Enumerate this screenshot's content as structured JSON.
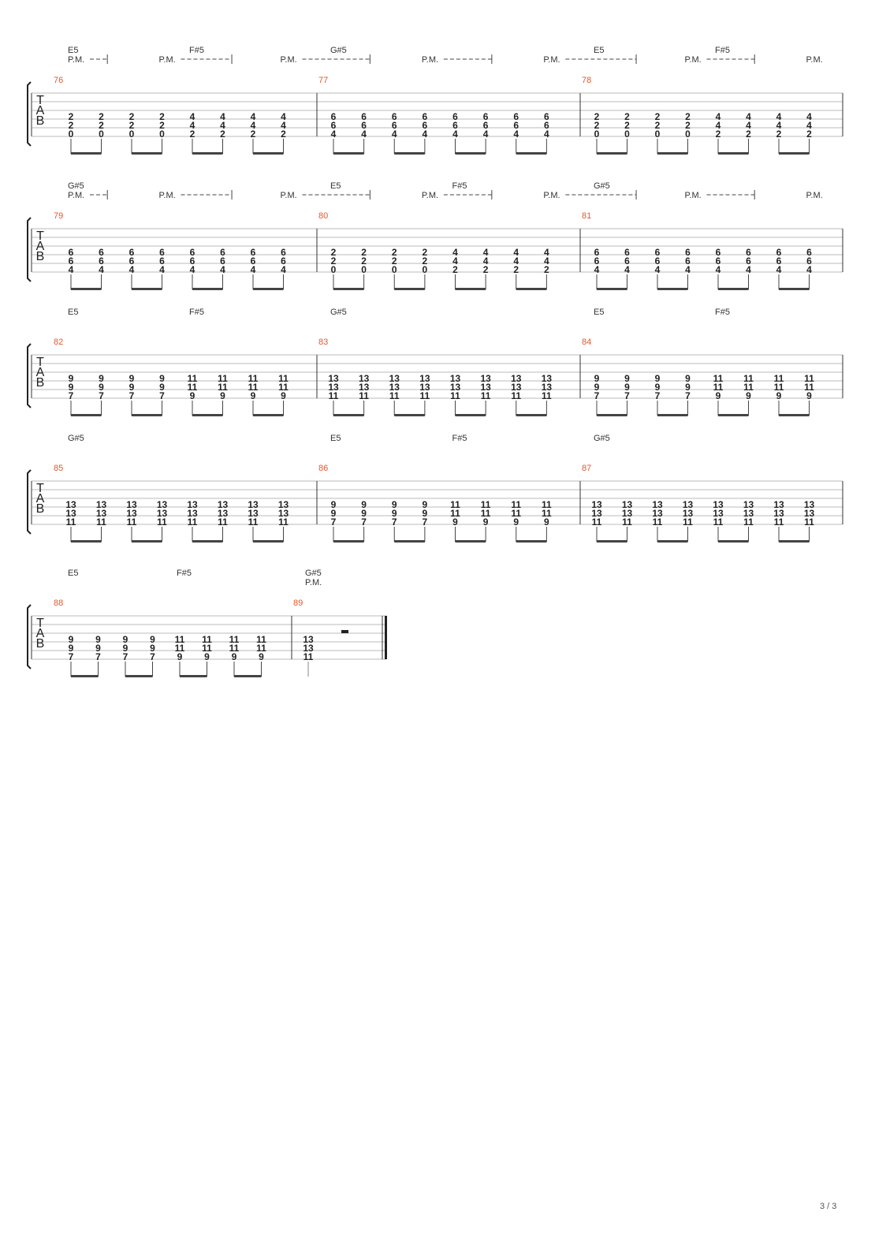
{
  "page_number": "3 / 3",
  "tab_clef": [
    "T",
    "A",
    "B"
  ],
  "chords": {
    "E5": [
      "2",
      "2",
      "0"
    ],
    "F#5": [
      "4",
      "4",
      "2"
    ],
    "G#5": [
      "6",
      "6",
      "4"
    ],
    "E5_high": [
      "9",
      "9",
      "7"
    ],
    "F#5_high": [
      "11",
      "11",
      "9"
    ],
    "G#5_high": [
      "13",
      "13",
      "11"
    ]
  },
  "systems": [
    {
      "measures": [
        {
          "number": "76",
          "chord_labels": [
            {
              "text": "E5",
              "beat": 0
            },
            {
              "text": "F#5",
              "beat": 4
            }
          ],
          "chords": [
            "E5",
            "E5",
            "E5",
            "E5",
            "F#5",
            "F#5",
            "F#5",
            "F#5"
          ]
        },
        {
          "number": "77",
          "chord_labels": [
            {
              "text": "G#5",
              "beat": 0
            }
          ],
          "chords": [
            "G#5",
            "G#5",
            "G#5",
            "G#5",
            "G#5",
            "G#5",
            "G#5",
            "G#5"
          ]
        },
        {
          "number": "78",
          "chord_labels": [
            {
              "text": "E5",
              "beat": 0
            },
            {
              "text": "F#5",
              "beat": 4
            }
          ],
          "chords": [
            "E5",
            "E5",
            "E5",
            "E5",
            "F#5",
            "F#5",
            "F#5",
            "F#5"
          ]
        }
      ],
      "pm_marks": [
        {
          "text": "P.M.",
          "measure": 0,
          "beat": 0,
          "dash_to_beat": 1.2
        },
        {
          "text": "P.M.",
          "measure": 0,
          "beat": 3,
          "dash_to_beat": 5.3
        },
        {
          "text": "P.M.",
          "measure": 0,
          "beat": 7,
          "dash_to_measure": 1,
          "dash_to_beat": 1.2
        },
        {
          "text": "P.M.",
          "measure": 1,
          "beat": 3,
          "dash_to_beat": 5.2
        },
        {
          "text": "P.M.",
          "measure": 1,
          "beat": 7,
          "dash_to_measure": 2,
          "dash_to_beat": 1.3
        },
        {
          "text": "P.M.",
          "measure": 2,
          "beat": 3,
          "dash_to_beat": 5.2
        },
        {
          "text": "P.M.",
          "measure": 2,
          "beat": 7
        }
      ]
    },
    {
      "measures": [
        {
          "number": "79",
          "chord_labels": [
            {
              "text": "G#5",
              "beat": 0
            }
          ],
          "chords": [
            "G#5",
            "G#5",
            "G#5",
            "G#5",
            "G#5",
            "G#5",
            "G#5",
            "G#5"
          ]
        },
        {
          "number": "80",
          "chord_labels": [
            {
              "text": "E5",
              "beat": 0
            },
            {
              "text": "F#5",
              "beat": 4
            }
          ],
          "chords": [
            "E5",
            "E5",
            "E5",
            "E5",
            "F#5",
            "F#5",
            "F#5",
            "F#5"
          ]
        },
        {
          "number": "81",
          "chord_labels": [
            {
              "text": "G#5",
              "beat": 0
            }
          ],
          "chords": [
            "G#5",
            "G#5",
            "G#5",
            "G#5",
            "G#5",
            "G#5",
            "G#5",
            "G#5"
          ]
        }
      ],
      "pm_marks": [
        {
          "text": "P.M.",
          "measure": 0,
          "beat": 0,
          "dash_to_beat": 1.2
        },
        {
          "text": "P.M.",
          "measure": 0,
          "beat": 3,
          "dash_to_beat": 5.3
        },
        {
          "text": "P.M.",
          "measure": 0,
          "beat": 7,
          "dash_to_measure": 1,
          "dash_to_beat": 1.2
        },
        {
          "text": "P.M.",
          "measure": 1,
          "beat": 3,
          "dash_to_beat": 5.2
        },
        {
          "text": "P.M.",
          "measure": 1,
          "beat": 7,
          "dash_to_measure": 2,
          "dash_to_beat": 1.3
        },
        {
          "text": "P.M.",
          "measure": 2,
          "beat": 3,
          "dash_to_beat": 5.2
        },
        {
          "text": "P.M.",
          "measure": 2,
          "beat": 7
        }
      ]
    },
    {
      "measures": [
        {
          "number": "82",
          "chord_labels": [
            {
              "text": "E5",
              "beat": 0
            },
            {
              "text": "F#5",
              "beat": 4
            }
          ],
          "chords": [
            "E5_high",
            "E5_high",
            "E5_high",
            "E5_high",
            "F#5_high",
            "F#5_high",
            "F#5_high",
            "F#5_high"
          ]
        },
        {
          "number": "83",
          "chord_labels": [
            {
              "text": "G#5",
              "beat": 0
            }
          ],
          "chords": [
            "G#5_high",
            "G#5_high",
            "G#5_high",
            "G#5_high",
            "G#5_high",
            "G#5_high",
            "G#5_high",
            "G#5_high"
          ]
        },
        {
          "number": "84",
          "chord_labels": [
            {
              "text": "E5",
              "beat": 0
            },
            {
              "text": "F#5",
              "beat": 4
            }
          ],
          "chords": [
            "E5_high",
            "E5_high",
            "E5_high",
            "E5_high",
            "F#5_high",
            "F#5_high",
            "F#5_high",
            "F#5_high"
          ]
        }
      ],
      "pm_marks": []
    },
    {
      "measures": [
        {
          "number": "85",
          "chord_labels": [
            {
              "text": "G#5",
              "beat": 0
            }
          ],
          "chords": [
            "G#5_high",
            "G#5_high",
            "G#5_high",
            "G#5_high",
            "G#5_high",
            "G#5_high",
            "G#5_high",
            "G#5_high"
          ]
        },
        {
          "number": "86",
          "chord_labels": [
            {
              "text": "E5",
              "beat": 0
            },
            {
              "text": "F#5",
              "beat": 4
            }
          ],
          "chords": [
            "E5_high",
            "E5_high",
            "E5_high",
            "E5_high",
            "F#5_high",
            "F#5_high",
            "F#5_high",
            "F#5_high"
          ]
        },
        {
          "number": "87",
          "chord_labels": [
            {
              "text": "G#5",
              "beat": 0
            }
          ],
          "chords": [
            "G#5_high",
            "G#5_high",
            "G#5_high",
            "G#5_high",
            "G#5_high",
            "G#5_high",
            "G#5_high",
            "G#5_high"
          ]
        }
      ],
      "pm_marks": []
    },
    {
      "measures": [
        {
          "number": "88",
          "chord_labels": [
            {
              "text": "E5",
              "beat": 0
            },
            {
              "text": "F#5",
              "beat": 4
            }
          ],
          "chords": [
            "E5_high",
            "E5_high",
            "E5_high",
            "E5_high",
            "F#5_high",
            "F#5_high",
            "F#5_high",
            "F#5_high"
          ]
        },
        {
          "number": "89",
          "chord_labels": [
            {
              "text": "G#5",
              "beat": 0
            }
          ],
          "chords": [
            "G#5_high"
          ],
          "rest": true,
          "final": true
        }
      ],
      "pm_marks": [
        {
          "text": "P.M.",
          "measure": 1,
          "beat": 0
        }
      ]
    }
  ]
}
